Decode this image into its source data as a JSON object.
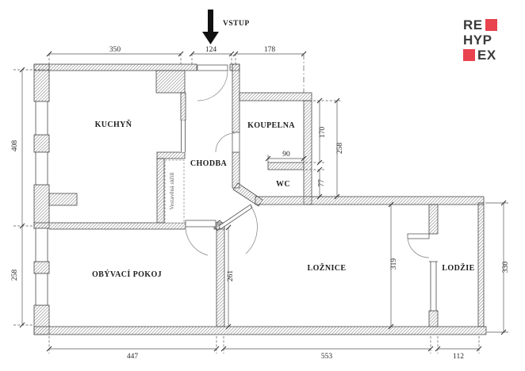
{
  "plan": {
    "entrance": {
      "label": "VSTUP"
    },
    "rooms": {
      "kitchen": "KUCHYŇ",
      "bathroom": "KOUPELNA",
      "hallway": "CHODBA",
      "wc": "WC",
      "living_room": "OBÝVACÍ POKOJ",
      "bedroom": "LOŽNICE",
      "loggia": "LODŽIE",
      "wardrobe": "Vestavěná skříň"
    },
    "dims": {
      "kitchen_top": "350",
      "entrance_top": "124",
      "bathroom_top": "178",
      "left_upper": "408",
      "left_lower": "258",
      "bathroom_height": "170",
      "bathroom_wc_total": "258",
      "wc_wall": "90",
      "wc_height": "77",
      "living_divider": "261",
      "bedroom_height": "319",
      "loggia_height": "330",
      "bottom_living": "447",
      "bottom_bedroom": "553",
      "bottom_loggia": "112"
    }
  },
  "logo": {
    "line1_text": "RE",
    "line2_text": "HYP",
    "line3_text": "EX",
    "accent_color": "#e8434e",
    "text_color": "#3b3b3d"
  }
}
